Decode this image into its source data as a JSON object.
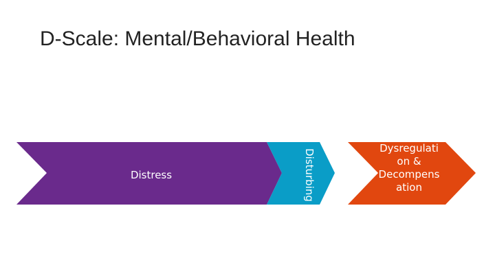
{
  "slide": {
    "title": "D-Scale: Mental/Behavioral Health"
  },
  "diagram": {
    "stages": [
      {
        "label": "Distress",
        "color": "#6a2a8c"
      },
      {
        "label": "Disturbing",
        "color": "#0a9dc7"
      },
      {
        "label_lines": [
          "Dysregulati",
          "on &",
          "Decompens",
          "ation"
        ],
        "color": "#e1470f"
      }
    ]
  }
}
